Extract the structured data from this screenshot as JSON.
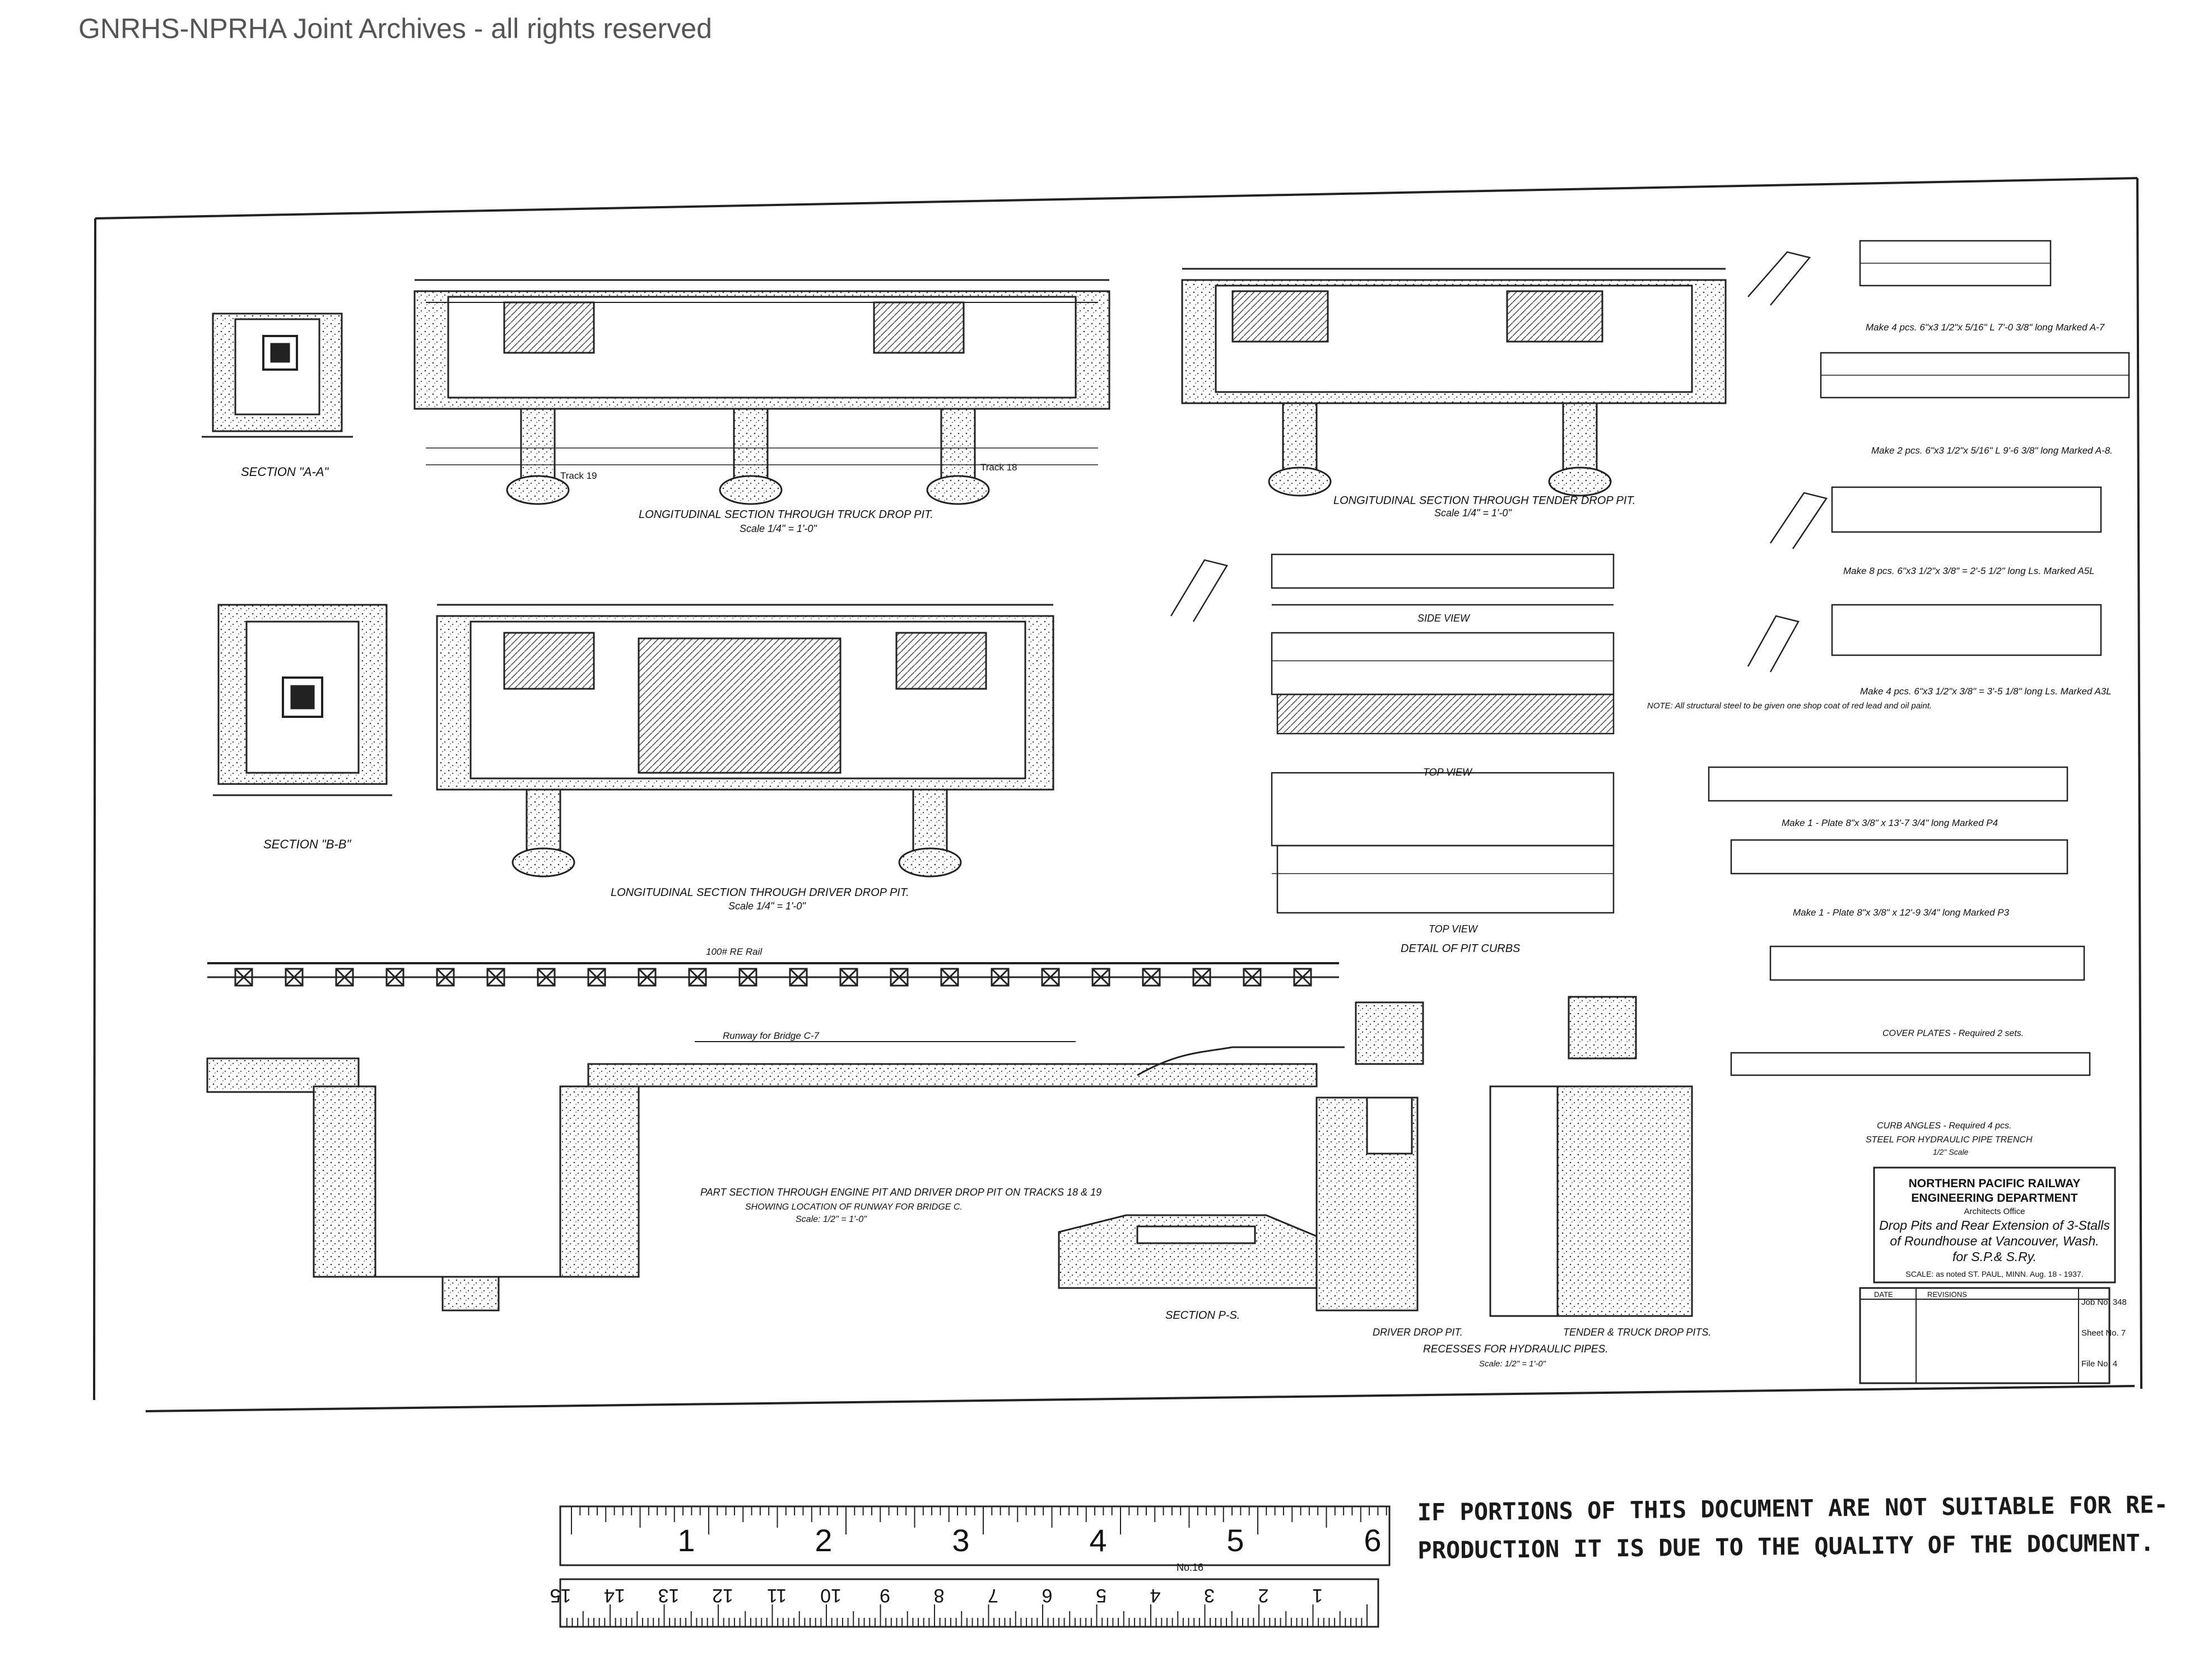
{
  "watermark": "GNRHS-NPRHA Joint Archives - all rights reserved",
  "title_block": {
    "line1": "NORTHERN PACIFIC RAILWAY",
    "line2": "ENGINEERING DEPARTMENT",
    "line3": "Architects Office",
    "line4": "Drop Pits and Rear Extension of 3-Stalls",
    "line5": "of Roundhouse at Vancouver, Wash.",
    "line6": "for S.P.& S.Ry.",
    "line7": "SCALE: as noted   ST. PAUL, MINN. Aug. 18 - 1937.",
    "date_label": "DATE",
    "revisions_label": "REVISIONS",
    "job_no": "Job No. 348",
    "sheet_no": "Sheet No. 7",
    "file_no": "File No. 4"
  },
  "labels": {
    "section_aa": "SECTION \"A-A\"",
    "section_bb": "SECTION \"B-B\"",
    "truck_pit": "LONGITUDINAL SECTION THROUGH TRUCK DROP PIT.",
    "truck_pit_scale": "Scale 1/4\" = 1'-0\"",
    "tender_pit": "LONGITUDINAL SECTION THROUGH TENDER DROP PIT.",
    "tender_pit_scale": "Scale 1/4\" = 1'-0\"",
    "driver_pit": "LONGITUDINAL SECTION THROUGH DRIVER DROP PIT.",
    "driver_pit_scale": "Scale 1/4\" = 1'-0\"",
    "pit_curbs": "DETAIL OF PIT CURBS",
    "side_view": "SIDE VIEW",
    "top_view": "TOP VIEW",
    "top_view_2": "TOP VIEW",
    "engine_pit": "PART SECTION THROUGH ENGINE PIT AND DRIVER DROP PIT ON TRACKS 18 & 19",
    "engine_pit_sub": "SHOWING LOCATION OF RUNWAY FOR BRIDGE C.",
    "engine_pit_scale": "Scale: 1/2\" = 1'-0\"",
    "runway": "Runway for Bridge C-7",
    "rail": "100# RE Rail",
    "section_ps": "SECTION P-S.",
    "driver_drop": "DRIVER DROP PIT.",
    "tender_truck": "TENDER & TRUCK DROP PITS.",
    "recesses": "RECESSES FOR HYDRAULIC PIPES.",
    "recesses_scale": "Scale: 1/2\" = 1'-0\"",
    "cover_plates": "COVER PLATES - Required 2 sets.",
    "curb_angles": "CURB ANGLES - Required 4 pcs.",
    "steel_trench": "STEEL FOR HYDRAULIC PIPE TRENCH",
    "steel_scale": "1/2\" Scale",
    "note": "NOTE: All structural steel to be given one shop coat of red lead and oil paint.",
    "make_a7": "Make 4 pcs. 6\"x3 1/2\"x 5/16\" L 7'-0 3/8\" long Marked A-7",
    "make_a8": "Make 2 pcs. 6\"x3 1/2\"x 5/16\" L 9'-6 3/8\" long Marked A-8.",
    "make_asl": "Make 8 pcs. 6\"x3 1/2\"x 3/8\" = 2'-5 1/2\" long Ls. Marked A5L",
    "make_a3l": "Make 4 pcs. 6\"x3 1/2\"x 3/8\" = 3'-5 1/8\" long Ls. Marked A3L",
    "make_p4": "Make 1 - Plate 8\"x 3/8\" x 13'-7 3/4\" long Marked P4",
    "make_p3": "Make 1 - Plate 8\"x 3/8\" x 12'-9 3/4\" long Marked P3",
    "track19": "Track 19",
    "track18": "Track 18"
  },
  "stamp": {
    "line1": "IF PORTIONS OF THIS DOCUMENT ARE NOT SUITABLE FOR RE-",
    "line2": "PRODUCTION IT IS DUE TO THE QUALITY OF THE DOCUMENT."
  },
  "ruler": {
    "inches": [
      "1",
      "2",
      "3",
      "4",
      "5",
      "6"
    ],
    "cm": [
      "1",
      "2",
      "3",
      "4",
      "5",
      "6",
      "7",
      "8",
      "9",
      "10",
      "11",
      "12",
      "13",
      "14",
      "15"
    ],
    "brand": "No.16"
  }
}
